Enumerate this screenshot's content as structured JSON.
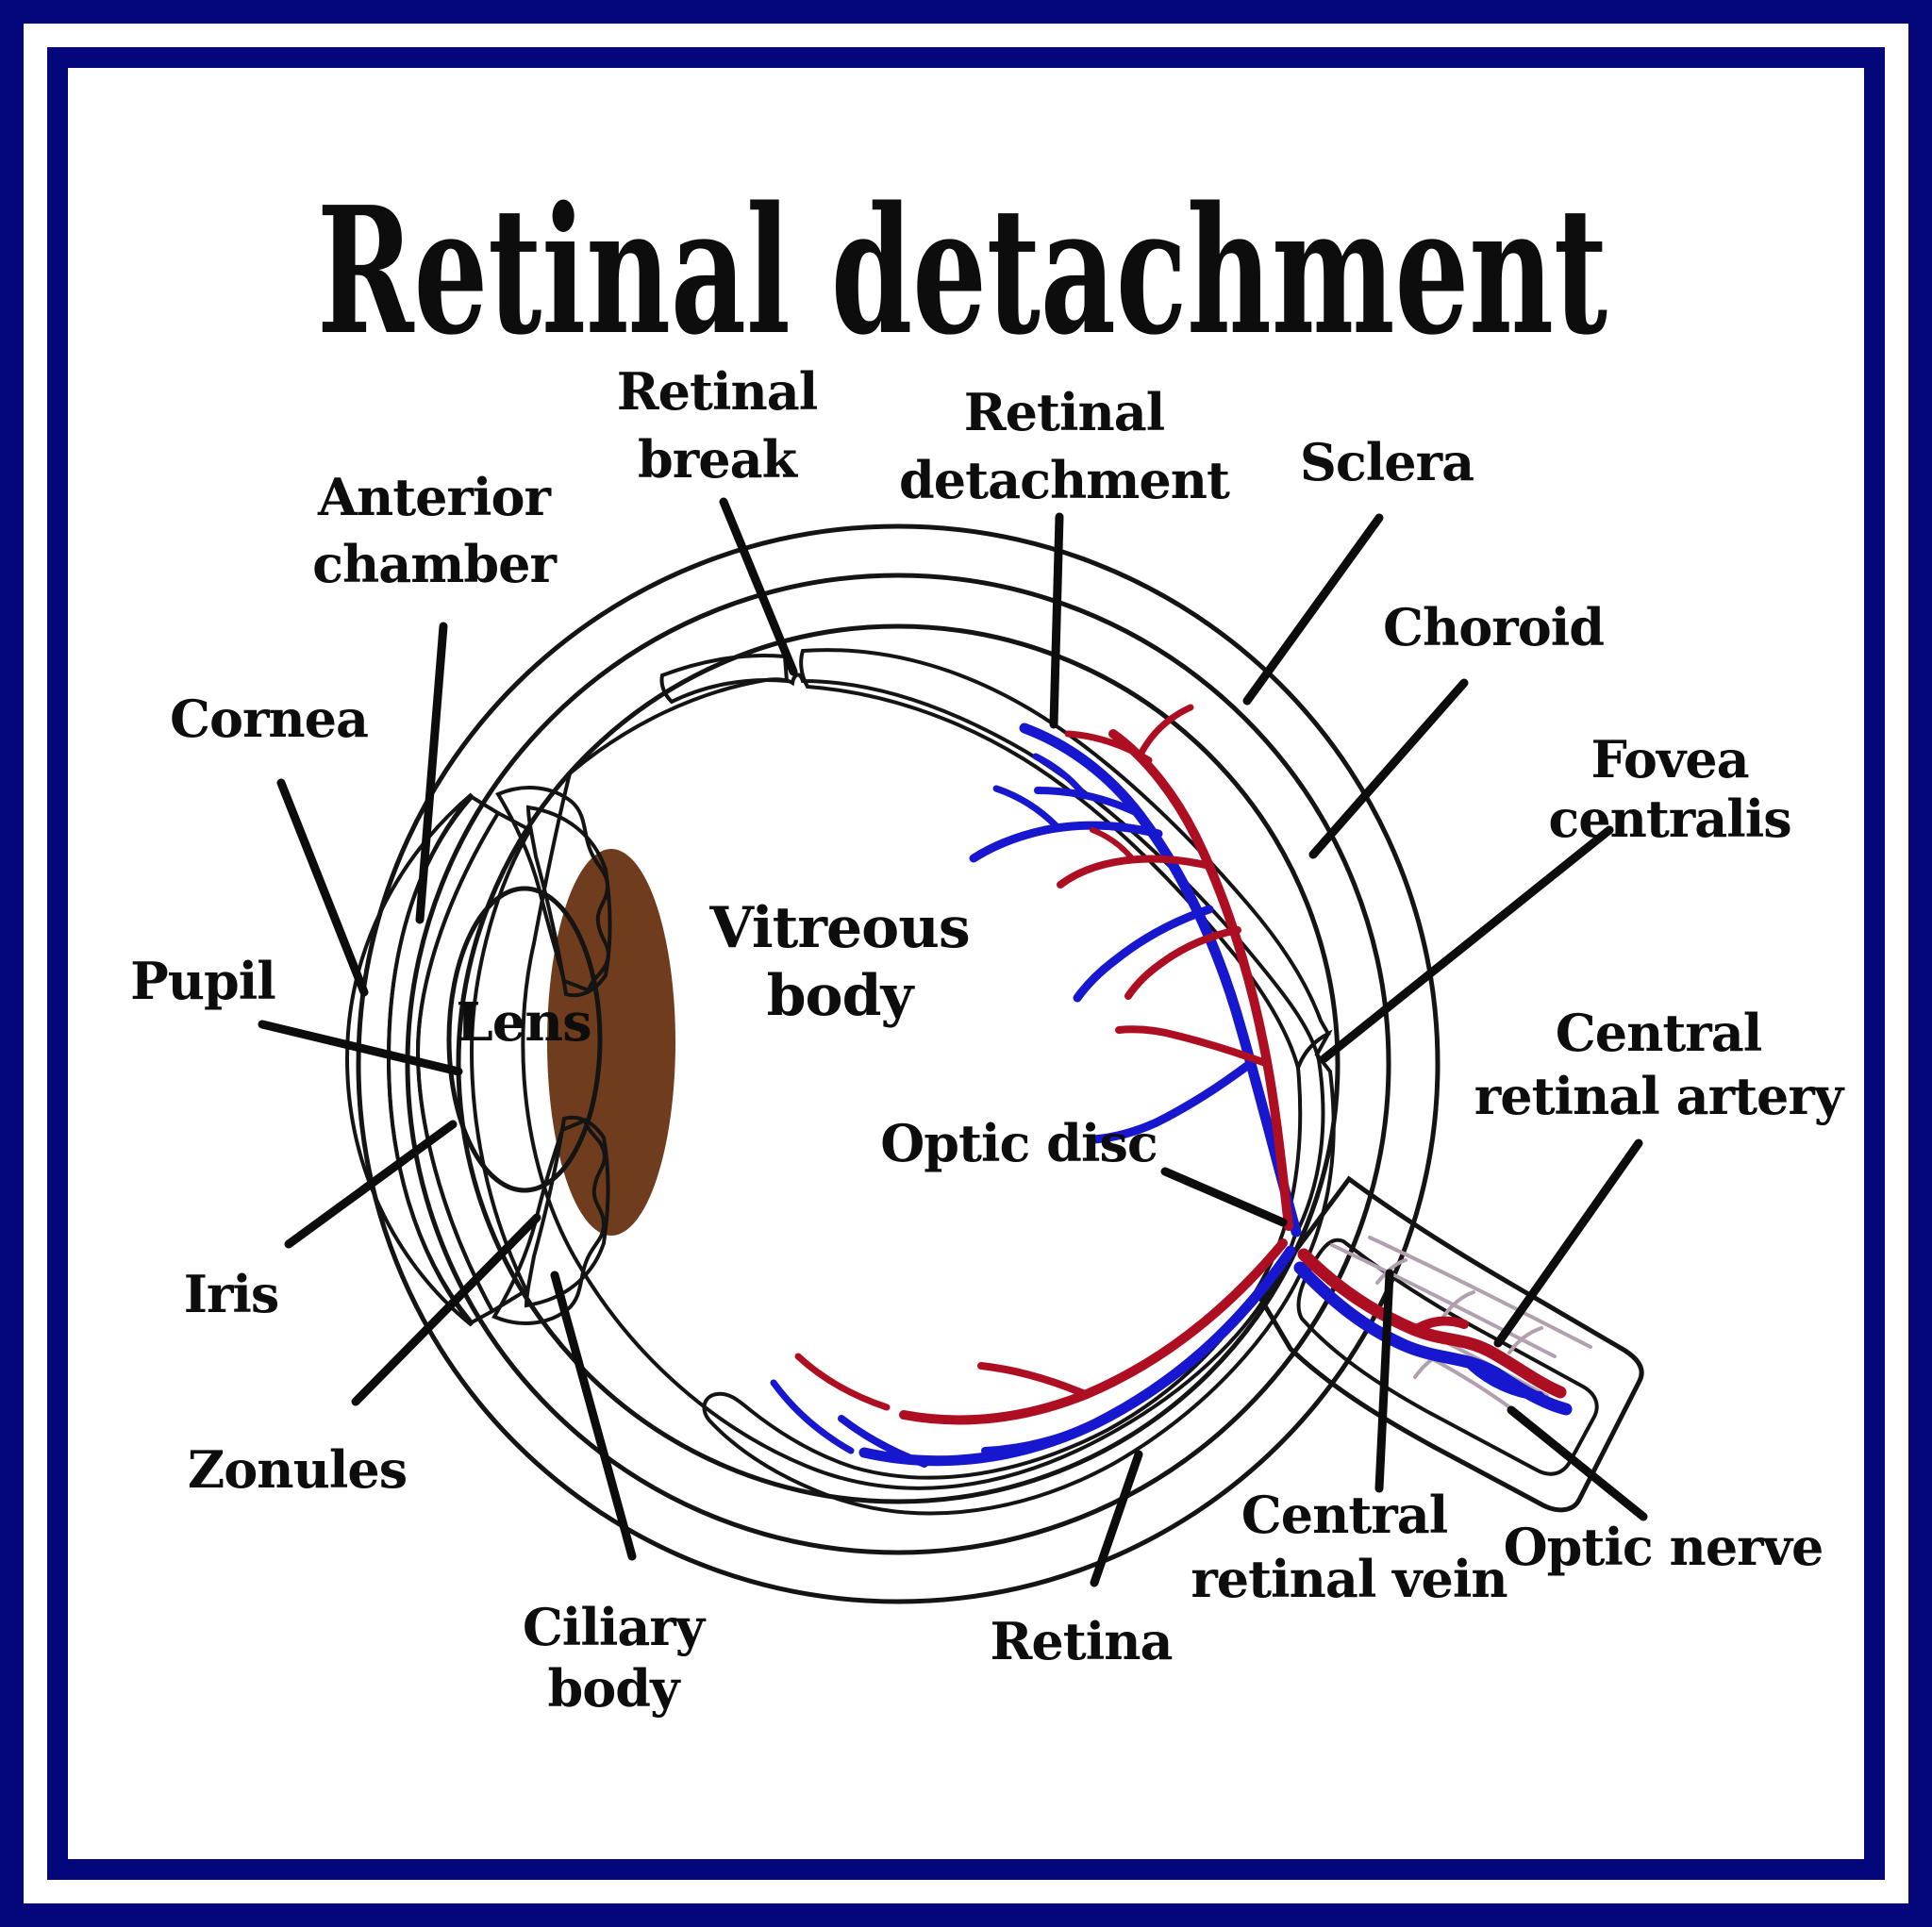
{
  "page": {
    "background": "#FFFFFF",
    "frame_color": "#04077A"
  },
  "title": "Retinal detachment",
  "diagram": {
    "labels": {
      "retinal_break": {
        "line1": "Retinal",
        "line2": "break"
      },
      "retinal_detachment": {
        "line1": "Retinal",
        "line2": "detachment"
      },
      "sclera": {
        "line1": "Sclera"
      },
      "choroid": {
        "line1": "Choroid"
      },
      "fovea_centralis": {
        "line1": "Fovea",
        "line2": "centralis"
      },
      "anterior_chamber": {
        "line1": "Anterior",
        "line2": "chamber"
      },
      "cornea": {
        "line1": "Cornea"
      },
      "pupil": {
        "line1": "Pupil"
      },
      "iris": {
        "line1": "Iris"
      },
      "zonules": {
        "line1": "Zonules"
      },
      "ciliary_body": {
        "line1": "Ciliary",
        "line2": "body"
      },
      "lens": {
        "line1": "Lens"
      },
      "vitreous_body": {
        "line1": "Vitreous",
        "line2": "body"
      },
      "optic_disc": {
        "line1": "Optic disc"
      },
      "central_retinal_artery": {
        "line1": "Central",
        "line2": "retinal artery"
      },
      "optic_nerve": {
        "line1": "Optic nerve"
      },
      "central_retinal_vein": {
        "line1": "Central",
        "line2": "retinal vein"
      },
      "retina": {
        "line1": "Retina"
      }
    },
    "colors": {
      "sclera": "#D9D9D9",
      "choroid": "#ECB545",
      "detached_space": "#630D11",
      "retina_pink": "#F9A6D5",
      "nerve_core_pink": "#F8BCE0",
      "artery_red": "#AE0E22",
      "vein_blue": "#1617CE",
      "iris_brown": "#7D4A26",
      "posterior_brown": "#6F3D1D",
      "ciliary_gold": "#ECB545",
      "cornea_light": "#D8EBF7",
      "label_ink": "#0D0D0D"
    }
  }
}
